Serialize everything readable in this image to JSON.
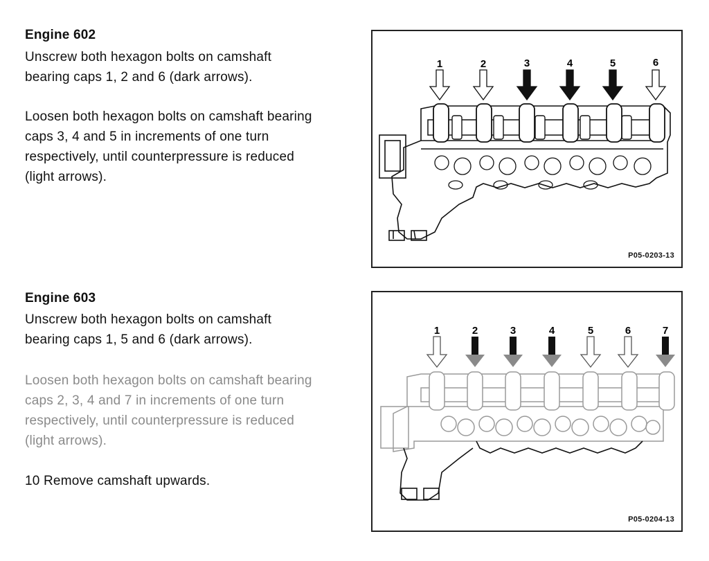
{
  "sections": [
    {
      "title": "Engine 602",
      "step1": "Unscrew both hexagon bolts on camshaft bearing caps 1, 2 and 6 (dark arrows).",
      "step1_lines": [
        "Unscrew both hexagon bolts on camshaft",
        "bearing caps 1, 2 and 6 (dark arrows)."
      ],
      "step2_lines": [
        "Loosen both hexagon bolts on camshaft bearing",
        "caps 3, 4 and 5 in increments of one turn",
        "respectively, until counterpressure is reduced",
        "(light arrows)."
      ],
      "figure": {
        "code": "P05-0203-13",
        "arrows": [
          {
            "label": "1",
            "style": "light"
          },
          {
            "label": "2",
            "style": "light"
          },
          {
            "label": "3",
            "style": "dark"
          },
          {
            "label": "4",
            "style": "dark"
          },
          {
            "label": "5",
            "style": "dark"
          },
          {
            "label": "6",
            "style": "light"
          }
        ]
      }
    },
    {
      "title": "Engine 603",
      "step1_lines": [
        "Unscrew both hexagon bolts on camshaft",
        "bearing caps 1, 5 and 6 (dark arrows)."
      ],
      "step2_lines": [
        "Loosen both hexagon bolts on camshaft bearing",
        "caps 2, 3, 4 and 7 in increments of one turn",
        "respectively, until counterpressure is reduced",
        "(light arrows)."
      ],
      "figure": {
        "code": "P05-0204-13",
        "arrows": [
          {
            "label": "1",
            "style": "light"
          },
          {
            "label": "2",
            "style": "dark"
          },
          {
            "label": "3",
            "style": "dark"
          },
          {
            "label": "4",
            "style": "dark"
          },
          {
            "label": "5",
            "style": "light"
          },
          {
            "label": "6",
            "style": "light"
          },
          {
            "label": "7",
            "style": "dark"
          }
        ]
      }
    }
  ],
  "final_step": "10  Remove camshaft upwards."
}
